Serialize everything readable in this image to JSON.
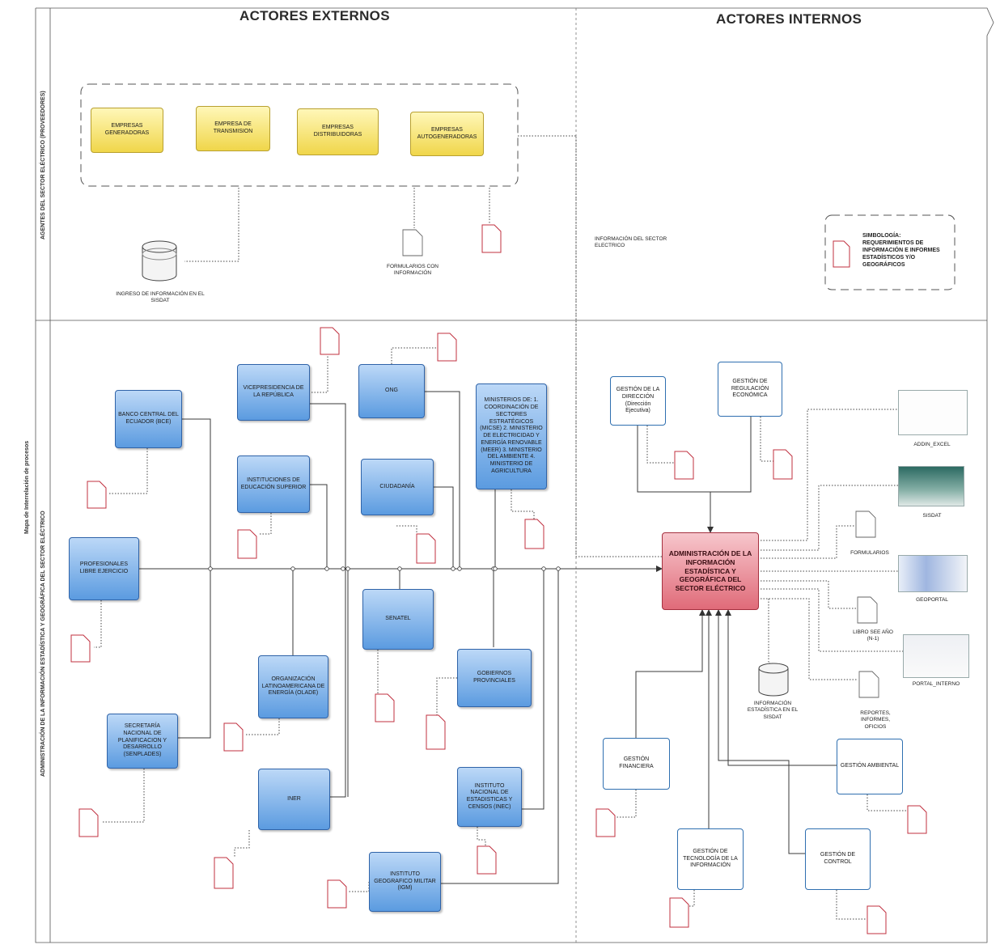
{
  "headers": {
    "external": "ACTORES EXTERNOS",
    "internal": "ACTORES INTERNOS"
  },
  "side_labels": {
    "map": "Mapa de Interrelación de procesos",
    "providers": "AGENTES DEL SECTOR ELÉCTRICO (PROVEEDORES)",
    "admin": "ADMINISTRACIÓN DE LA INFORMACIÓN ESTADÍSTICA Y GEOGRÁFICA DEL SECTOR ELÉCTRICO"
  },
  "providers": [
    "EMPRESAS GENERADORAS",
    "EMPRESA DE TRANSMISION",
    "EMPRESAS DISTRIBUIDORAS",
    "EMPRESAS AUTOGENERADORAS"
  ],
  "provider_labels": {
    "sisdat_input": "INGRESO DE INFORMACIÓN EN EL SISDAT",
    "forms": "FORMULARIOS CON INFORMACIÓN",
    "sector_info": "INFORMACIÓN DEL SECTOR ELECTRICO"
  },
  "legend": {
    "title": "SIMBOLOGÍA: REQUERIMIENTOS DE INFORMACIÓN E INFORMES ESTADÍSTICOS Y/O GEOGRÁFICOS"
  },
  "external_actors": {
    "bce": "BANCO CENTRAL DEL ECUADOR (BCE)",
    "vicepresidencia": "VICEPRESIDENCIA DE LA REPÚBLICA",
    "ong": "ONG",
    "ministerios": "MINISTERIOS DE: 1. COORDINACIÓN DE SECTORES ESTRATÉGICOS (MICSE) 2. MINISTERIO DE ELECTRICIDAD Y ENERGÍA RENOVABLE (MEER) 3. MINISTERIO DEL AMBIENTE 4. MINISTERIO DE AGRICULTURA",
    "ies": "INSTITUCIONES DE EDUCACIÓN SUPERIOR",
    "ciudadania": "CIUDADANÍA",
    "profesionales": "PROFESIONALES LIBRE EJERCICIO",
    "senatel": "SENATEL",
    "olade": "ORGANIZACIÓN LATINOAMERICANA DE ENERGÍA (OLADE)",
    "gobiernos": "GOBIERNOS PROVINCIALES",
    "senplades": "SECRETARÍA NACIONAL DE PLANIFICACION Y DESARROLLO (SENPLADES)",
    "iner": "INER",
    "inec": "INSTITUTO NACIONAL DE ESTADISTICAS Y CENSOS (INEC)",
    "igm": "INSTITUTO GEOGRAFICO MILITAR (IGM)"
  },
  "internal_actors": {
    "direccion": "GESTIÓN DE LA DIRECCIÓN (Dirección Ejecutiva)",
    "regulacion": "GESTIÓN DE REGULACIÓN ECONÓMICA",
    "central": "ADMINISTRACIÓN DE LA INFORMACIÓN ESTADÍSTICA Y GEOGRÁFICA DEL SECTOR ELÉCTRICO",
    "financiera": "GESTIÓN FINANCIERA",
    "tecnologia": "GESTIÓN DE TECNOLOGÍA DE LA INFORMACIÓN",
    "control": "GESTIÓN DE CONTROL",
    "ambiental": "GESTIÓN AMBIENTAL"
  },
  "outputs": {
    "addin": "ADDIN_EXCEL",
    "sisdat": "SISDAT",
    "formularios": "FORMULARIOS",
    "geoportal": "GEOPORTAL",
    "libro": "LIBRO SEE AÑO (N-1)",
    "portal": "PORTAL_INTERNO",
    "reportes": "REPORTES, INFORMES, OFICIOS",
    "sisdat_db": "INFORMACIÓN ESTADÍSTICA EN EL SISDAT"
  },
  "colors": {
    "provider_fill": "#f0d64a",
    "external_fill": "#5b9be0",
    "internal_border": "#2f6fb0",
    "central_fill": "#e06b79",
    "requirement_doc": "#c0303f"
  }
}
